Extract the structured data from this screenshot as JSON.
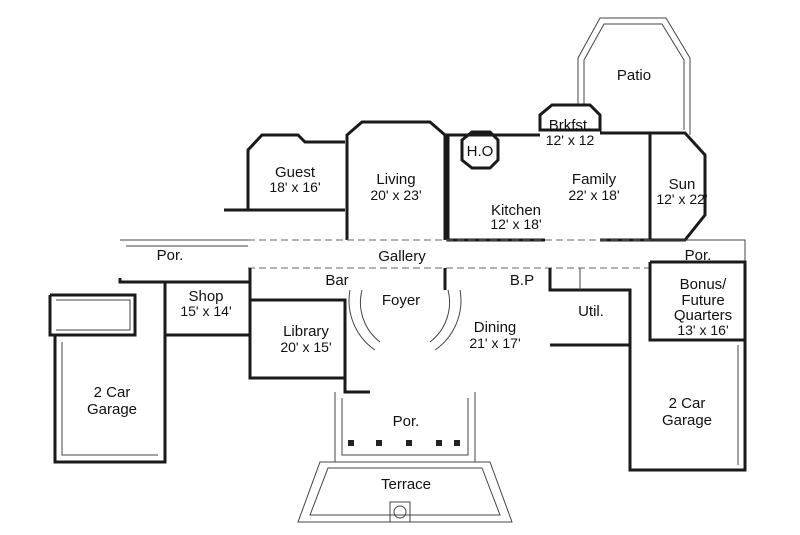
{
  "rooms": {
    "patio": {
      "name": "Patio"
    },
    "brkfst": {
      "name": "Brkfst.",
      "size": "12' x 12"
    },
    "ho": {
      "name": "H.O"
    },
    "family": {
      "name": "Family",
      "size": "22' x 18'"
    },
    "sun": {
      "name": "Sun",
      "size": "12' x 22'"
    },
    "guest": {
      "name": "Guest",
      "size": "18' x 16'"
    },
    "living": {
      "name": "Living",
      "size": "20' x 23'"
    },
    "kitchen": {
      "name": "Kitchen",
      "size": "12' x 18'"
    },
    "por_left": {
      "name": "Por."
    },
    "gallery": {
      "name": "Gallery"
    },
    "por_right": {
      "name": "Por."
    },
    "bar": {
      "name": "Bar"
    },
    "bp": {
      "name": "B.P"
    },
    "shop": {
      "name": "Shop",
      "size": "15' x 14'"
    },
    "foyer": {
      "name": "Foyer"
    },
    "bonus": {
      "line1": "Bonus/",
      "line2": "Future",
      "line3": "Quarters",
      "size": "13' x 16'"
    },
    "library": {
      "name": "Library",
      "size": "20' x 15'"
    },
    "dining": {
      "name": "Dining",
      "size": "21' x 17'"
    },
    "util": {
      "name": "Util."
    },
    "garage_left": {
      "line1": "2 Car",
      "line2": "Garage"
    },
    "garage_right": {
      "line1": "2 Car",
      "line2": "Garage"
    },
    "por_front": {
      "name": "Por."
    },
    "terrace": {
      "name": "Terrace"
    }
  }
}
